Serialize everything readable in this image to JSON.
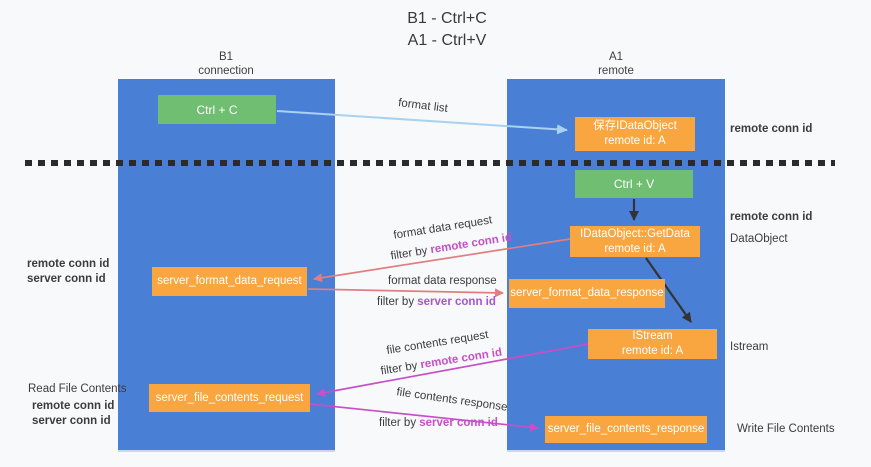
{
  "title": {
    "line1": "B1 - Ctrl+C",
    "line2": "A1 - Ctrl+V"
  },
  "columns": {
    "left": {
      "header_line1": "B1",
      "header_line2": "connection"
    },
    "right": {
      "header_line1": "A1",
      "header_line2": "remote"
    }
  },
  "nodes": {
    "ctrl_c": "Ctrl + C",
    "ctrl_v": "Ctrl + V",
    "save_dataobject": {
      "line1": "保存IDataObject",
      "line2": "remote id: A"
    },
    "getdata": {
      "line1": "IDataObject::GetData",
      "line2": "remote id: A"
    },
    "istream": {
      "line1": "IStream",
      "line2": "remote id: A"
    },
    "server_format_data_request": "server_format_data_request",
    "server_format_data_response": "server_format_data_response",
    "server_file_contents_request": "server_file_contents_request",
    "server_file_contents_response": "server_file_contents_response"
  },
  "arrow_labels": {
    "format_list": "format list",
    "format_data_request": "format data request",
    "format_data_response": "format data response",
    "file_contents_request": "file contents request",
    "file_contents_response": "file contents response",
    "filter_by": "filter by ",
    "remote_conn_id": "remote conn id",
    "server_conn_id": "server conn id"
  },
  "side_labels": {
    "remote_conn_id_top": "remote conn id",
    "remote_conn_id_mid": "remote conn id",
    "dataobject": "DataObject",
    "istream": "Istream",
    "write_file_contents": "Write File Contents",
    "read_file_contents": "Read File Contents",
    "left_mid_remote": "remote conn id",
    "left_mid_server": "server conn id",
    "left_bottom_remote": "remote conn id",
    "left_bottom_server": "server conn id"
  },
  "colors": {
    "bg": "#f8f9fa",
    "blue": "#4a7fd6",
    "orange": "#f9a640",
    "green": "#6fbe72",
    "lightblue": "#a9d2f1",
    "salmon": "#e07f7f",
    "magenta": "#c74fc7",
    "purple": "#a855d0",
    "greenlabel": "#5bad5f"
  }
}
